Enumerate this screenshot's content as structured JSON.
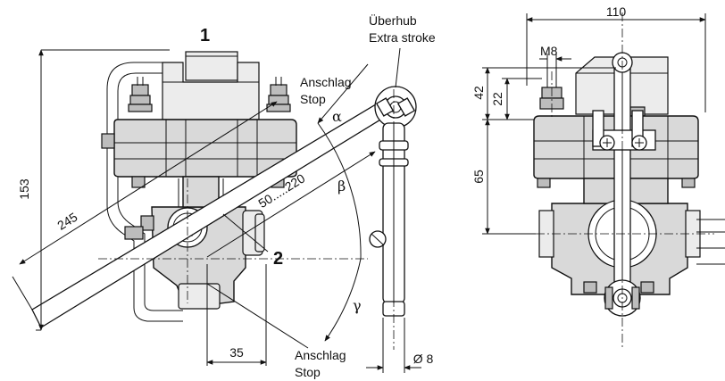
{
  "labels": {
    "item_1": "1",
    "item_2": "2",
    "overstroke_de": "Überhub",
    "overstroke_en": "Extra stroke",
    "stop_de": "Anschlag",
    "stop_en": "Stop",
    "alpha": "α",
    "beta": "β",
    "gamma": "γ"
  },
  "dimensions": {
    "height_total": "153",
    "arm_length": "245",
    "lever_range": "50.....220",
    "offset_35": "35",
    "rod_diameter": "Ø 8",
    "width_110": "110",
    "thread_m8": "M8",
    "height_42": "42",
    "height_22": "22",
    "height_65": "65"
  }
}
